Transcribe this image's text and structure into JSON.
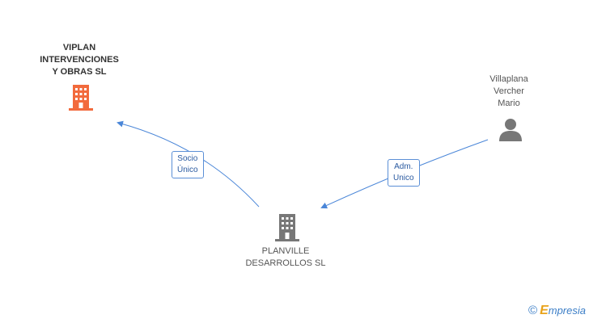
{
  "nodes": {
    "viplan": {
      "label": "VIPLAN\nINTERVENCIONES\nY OBRAS SL",
      "icon": "building-icon",
      "color": "#f26a3c"
    },
    "planville": {
      "label": "PLANVILLE\nDESARROLLOS SL",
      "icon": "building-icon",
      "color": "#777777"
    },
    "villaplana": {
      "label": "Villaplana\nVercher\nMario",
      "icon": "person-icon",
      "color": "#777777"
    }
  },
  "edges": {
    "socio_unico": {
      "label": "Socio\nÚnico",
      "from": "PLANVILLE DESARROLLOS SL",
      "to": "VIPLAN INTERVENCIONES Y OBRAS SL"
    },
    "adm_unico": {
      "label": "Adm.\nUnico",
      "from": "Villaplana Vercher Mario",
      "to": "PLANVILLE DESARROLLOS SL"
    }
  },
  "colors": {
    "edge": "#4a86d8"
  },
  "brand": {
    "symbol": "©",
    "first_letter": "E",
    "rest": "mpresia"
  }
}
